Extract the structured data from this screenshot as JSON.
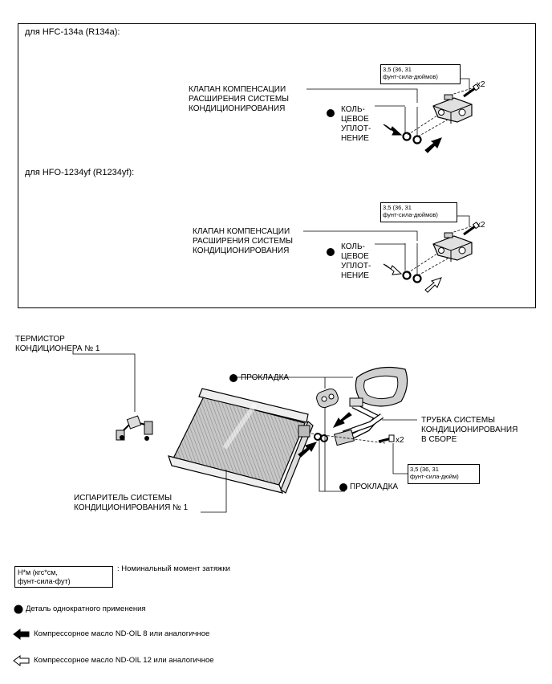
{
  "top_frame": {
    "section1_title": "для HFC-134a (R134a):",
    "section2_title": "для HFO-1234yf (R1234yf):",
    "valve_label_line1": "КЛАПАН КОМПЕНСАЦИИ",
    "valve_label_line2": "РАСШИРЕНИЯ СИСТЕМЫ",
    "valve_label_line3": "КОНДИЦИОНИРОВАНИЯ",
    "oring_line1": "КОЛЬ-",
    "oring_line2": "ЦЕВОЕ",
    "oring_line3": "УПЛОТ-",
    "oring_line4": "НЕНИЕ",
    "torque1_line1": "3,5 (36, 31",
    "torque1_line2": "фунт-сила-дюймов)",
    "x2": "x2"
  },
  "lower": {
    "thermistor_line1": "ТЕРМИСТОР",
    "thermistor_line2": "КОНДИЦИОНЕРА № 1",
    "gasket": "ПРОКЛАДКА",
    "tube_line1": "ТРУБКА СИСТЕМЫ",
    "tube_line2": "КОНДИЦИОНИРОВАНИЯ",
    "tube_line3": "В СБОРЕ",
    "evap_line1": "ИСПАРИТЕЛЬ СИСТЕМЫ",
    "evap_line2": "КОНДИЦИОНИРОВАНИЯ № 1",
    "torque2_line1": "3,5 (36, 31",
    "torque2_line2": "фунт-сила-дюйм)",
    "x2": "x2"
  },
  "legend": {
    "torque_box_line1": "Н*м (кгс*см,",
    "torque_box_line2": "фунт-сила-фут)",
    "torque_desc": ": Номинальный момент затяжки",
    "single_use": "Деталь однократного применения",
    "oil8": "Компрессорное масло ND-OIL 8 или аналогичное",
    "oil12": "Компрессорное масло ND-OIL 12 или аналогичное"
  }
}
